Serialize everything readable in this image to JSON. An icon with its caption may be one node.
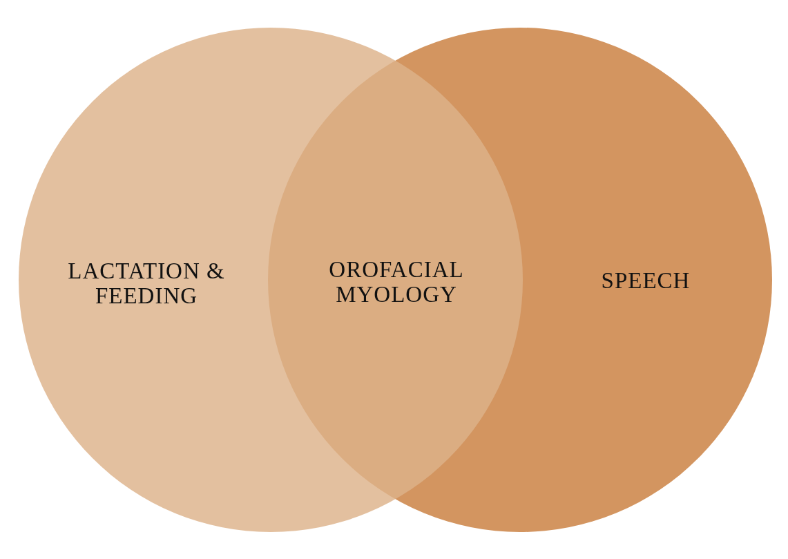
{
  "diagram": {
    "nodes": [
      {
        "text": [
          "LACTATION & FEEDING"
        ]
      },
      {
        "text": [
          "SPEECH"
        ]
      }
    ],
    "labels": [
      "OROFACIAL MYOLOGY"
    ]
  }
}
